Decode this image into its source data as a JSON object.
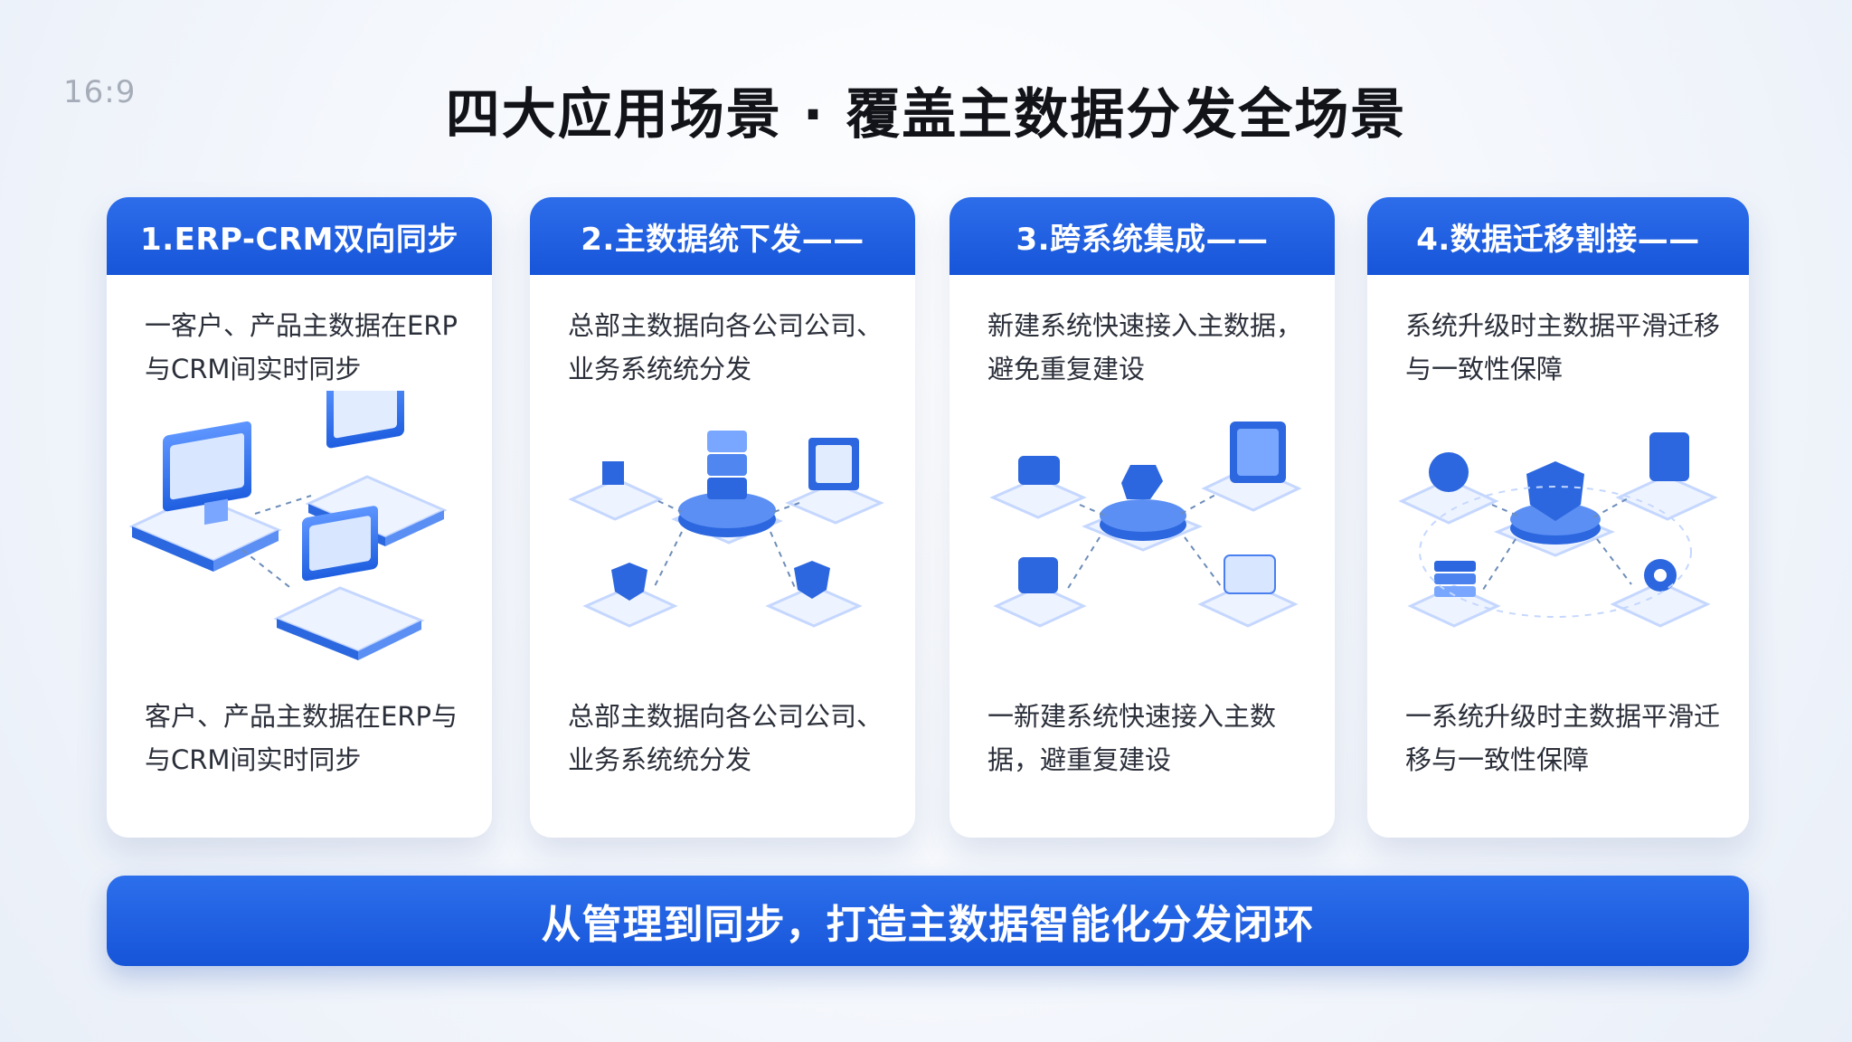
{
  "ratio_label": "16:9",
  "title": "四大应用场景 · 覆盖主数据分发全场景",
  "cards": [
    {
      "title": "1.ERP-CRM双向同步",
      "top_text": "一客户、产品主数据在ERP与CRM间实时同步",
      "bottom_text": "客户、产品主数据在ERP与与CRM间实时同步",
      "icon": "computer-sync-icon"
    },
    {
      "title": "2.主数据统下发——",
      "top_text": "总部主数据向各公司公司、业务系统统分发",
      "bottom_text": "总部主数据向各公司公司、业务系统统分发",
      "icon": "distribution-hub-icon"
    },
    {
      "title": "3.跨系统集成——",
      "top_text": "新建系统快速接入主数据，避免重复建设",
      "bottom_text": "一新建系统快速接入主数据，避重复建设",
      "icon": "integration-network-icon"
    },
    {
      "title": "4.数据迁移割接——",
      "top_text": "系统升级时主数据平滑迁移与一致性保障",
      "bottom_text": "一系统升级时主数据平滑迁移与一致性保障",
      "icon": "migration-security-icon"
    }
  ],
  "footer_text": "从管理到同步，打造主数据智能化分发闭环",
  "colors": {
    "primary": "#1f5fe0",
    "primary_dark": "#1755d9",
    "light_blue": "#79a7ff"
  }
}
